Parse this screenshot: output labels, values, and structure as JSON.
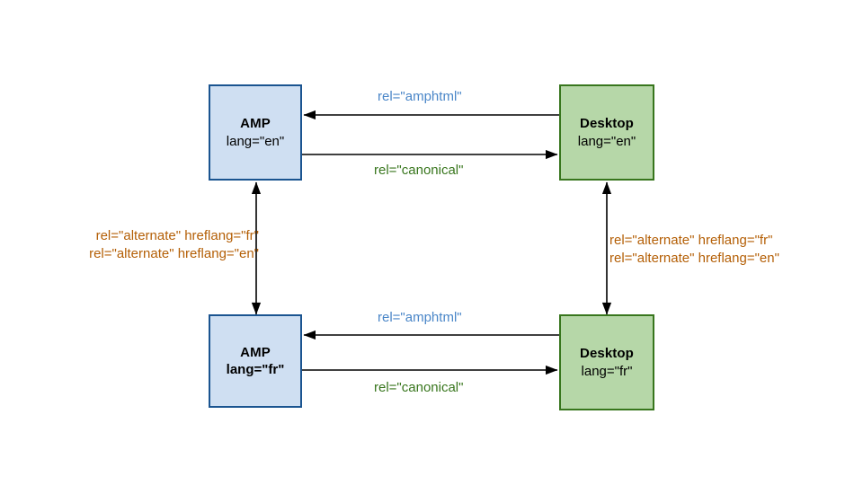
{
  "diagram": {
    "title": "AMP / Desktop canonical and hreflang relationships",
    "colors": {
      "amp_fill": "#cfdff2",
      "amp_border": "#1a5490",
      "desktop_fill": "#b6d7a8",
      "desktop_border": "#38761d",
      "amphtml_label": "#4a86c8",
      "canonical_label": "#38761d",
      "alternate_label": "#b45f06",
      "arrow": "#000000",
      "background": "#ffffff"
    },
    "nodes": [
      {
        "id": "amp-en",
        "type": "amp",
        "title": "AMP",
        "sub": "lang=\"en\"",
        "sub_bold": false
      },
      {
        "id": "desktop-en",
        "type": "desktop",
        "title": "Desktop",
        "sub": "lang=\"en\"",
        "sub_bold": false
      },
      {
        "id": "amp-fr",
        "type": "amp",
        "title": "AMP",
        "sub": "lang=\"fr\"",
        "sub_bold": true
      },
      {
        "id": "desktop-fr",
        "type": "desktop",
        "title": "Desktop",
        "sub": "lang=\"fr\"",
        "sub_bold": false
      }
    ],
    "edges": {
      "amphtml_en": {
        "label": "rel=\"amphtml\"",
        "from": "desktop-en",
        "to": "amp-en",
        "direction": "left"
      },
      "canonical_en": {
        "label": "rel=\"canonical\"",
        "from": "amp-en",
        "to": "desktop-en",
        "direction": "right"
      },
      "amphtml_fr": {
        "label": "rel=\"amphtml\"",
        "from": "desktop-fr",
        "to": "amp-fr",
        "direction": "left"
      },
      "canonical_fr": {
        "label": "rel=\"canonical\"",
        "from": "amp-fr",
        "to": "desktop-fr",
        "direction": "right"
      },
      "alternate_left": {
        "line1": "rel=\"alternate\" hreflang=\"fr\"",
        "line2": "rel=\"alternate\" hreflang=\"en\"",
        "from": "amp-en",
        "to": "amp-fr",
        "direction": "both"
      },
      "alternate_right": {
        "line1": "rel=\"alternate\" hreflang=\"fr\"",
        "line2": "rel=\"alternate\" hreflang=\"en\"",
        "from": "desktop-en",
        "to": "desktop-fr",
        "direction": "both"
      }
    }
  }
}
